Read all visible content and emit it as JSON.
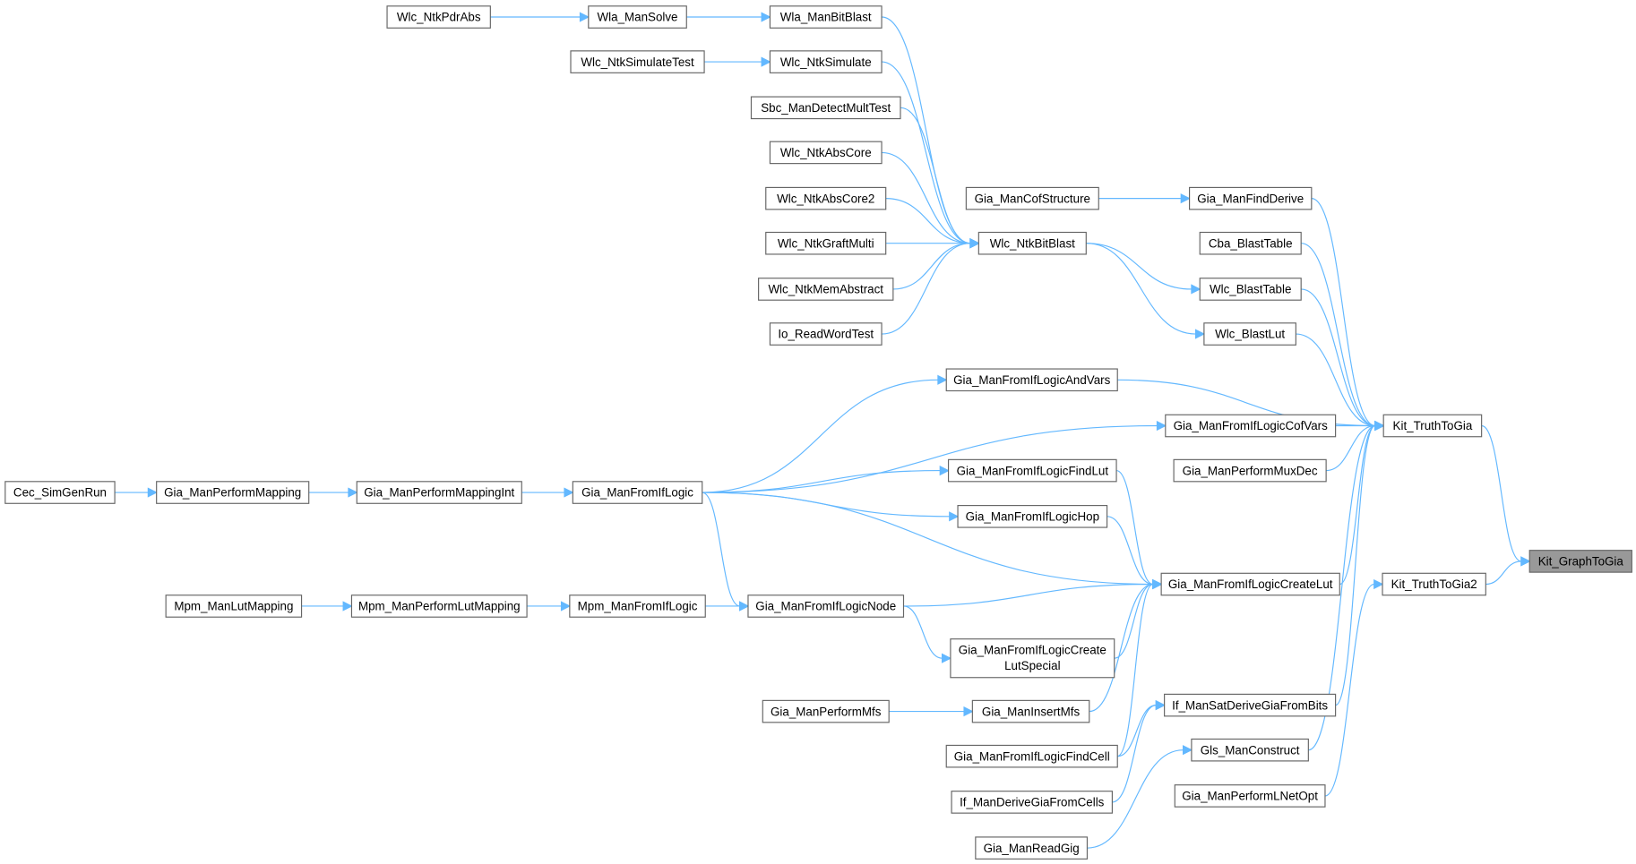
{
  "graph": {
    "focus_node": "Kit_GraphToGia",
    "edge_color": "#63b8ff",
    "nodes": [
      "Wlc_NtkPdrAbs",
      "Wla_ManSolve",
      "Wla_ManBitBlast",
      "Wlc_NtkSimulateTest",
      "Wlc_NtkSimulate",
      "Sbc_ManDetectMultTest",
      "Wlc_NtkAbsCore",
      "Wlc_NtkAbsCore2",
      "Wlc_NtkGraftMulti",
      "Wlc_NtkMemAbstract",
      "Io_ReadWordTest",
      "Gia_ManCofStructure",
      "Wlc_NtkBitBlast",
      "Gia_ManFindDerive",
      "Cba_BlastTable",
      "Wlc_BlastTable",
      "Wlc_BlastLut",
      "Gia_ManFromIfLogicAndVars",
      "Gia_ManFromIfLogicCofVars",
      "Kit_TruthToGia",
      "Gia_ManPerformMuxDec",
      "Cec_SimGenRun",
      "Gia_ManPerformMapping",
      "Gia_ManPerformMappingInt",
      "Gia_ManFromIfLogic",
      "Gia_ManFromIfLogicFindLut",
      "Gia_ManFromIfLogicHop",
      "Kit_GraphToGia",
      "Kit_TruthToGia2",
      "Gia_ManFromIfLogicCreateLut",
      "Mpm_ManLutMapping",
      "Mpm_ManPerformLutMapping",
      "Mpm_ManFromIfLogic",
      "Gia_ManFromIfLogicNode",
      "Gia_ManFromIfLogicCreateLutSpecial",
      "Gia_ManPerformMfs",
      "Gia_ManInsertMfs",
      "If_ManSatDeriveGiaFromBits",
      "Gia_ManFromIfLogicFindCell",
      "Gls_ManConstruct",
      "If_ManDeriveGiaFromCells",
      "Gia_ManPerformLNetOpt",
      "Gia_ManReadGig"
    ],
    "edges": [
      [
        "Wlc_NtkPdrAbs",
        "Wla_ManSolve"
      ],
      [
        "Wla_ManSolve",
        "Wla_ManBitBlast"
      ],
      [
        "Wla_ManBitBlast",
        "Wlc_NtkBitBlast"
      ],
      [
        "Wlc_NtkSimulateTest",
        "Wlc_NtkSimulate"
      ],
      [
        "Wlc_NtkSimulate",
        "Wlc_NtkBitBlast"
      ],
      [
        "Sbc_ManDetectMultTest",
        "Wlc_NtkBitBlast"
      ],
      [
        "Wlc_NtkAbsCore",
        "Wlc_NtkBitBlast"
      ],
      [
        "Wlc_NtkAbsCore2",
        "Wlc_NtkBitBlast"
      ],
      [
        "Wlc_NtkGraftMulti",
        "Wlc_NtkBitBlast"
      ],
      [
        "Wlc_NtkMemAbstract",
        "Wlc_NtkBitBlast"
      ],
      [
        "Io_ReadWordTest",
        "Wlc_NtkBitBlast"
      ],
      [
        "Gia_ManCofStructure",
        "Gia_ManFindDerive"
      ],
      [
        "Gia_ManFindDerive",
        "Kit_TruthToGia"
      ],
      [
        "Cba_BlastTable",
        "Kit_TruthToGia"
      ],
      [
        "Wlc_NtkBitBlast",
        "Wlc_BlastTable"
      ],
      [
        "Wlc_BlastTable",
        "Kit_TruthToGia"
      ],
      [
        "Wlc_NtkBitBlast",
        "Wlc_BlastLut"
      ],
      [
        "Wlc_BlastLut",
        "Kit_TruthToGia"
      ],
      [
        "Gia_ManFromIfLogic",
        "Gia_ManFromIfLogicAndVars"
      ],
      [
        "Gia_ManFromIfLogicAndVars",
        "Kit_TruthToGia"
      ],
      [
        "Gia_ManFromIfLogic",
        "Gia_ManFromIfLogicCofVars"
      ],
      [
        "Gia_ManFromIfLogicCofVars",
        "Kit_TruthToGia"
      ],
      [
        "Gia_ManPerformMuxDec",
        "Kit_TruthToGia"
      ],
      [
        "Cec_SimGenRun",
        "Gia_ManPerformMapping"
      ],
      [
        "Gia_ManPerformMapping",
        "Gia_ManPerformMappingInt"
      ],
      [
        "Gia_ManPerformMappingInt",
        "Gia_ManFromIfLogic"
      ],
      [
        "Gia_ManFromIfLogic",
        "Gia_ManFromIfLogicFindLut"
      ],
      [
        "Gia_ManFromIfLogicFindLut",
        "Gia_ManFromIfLogicCreateLut"
      ],
      [
        "Gia_ManFromIfLogic",
        "Gia_ManFromIfLogicHop"
      ],
      [
        "Gia_ManFromIfLogicHop",
        "Gia_ManFromIfLogicCreateLut"
      ],
      [
        "Gia_ManFromIfLogic",
        "Gia_ManFromIfLogicCreateLut"
      ],
      [
        "Gia_ManFromIfLogic",
        "Gia_ManFromIfLogicNode"
      ],
      [
        "Mpm_ManLutMapping",
        "Mpm_ManPerformLutMapping"
      ],
      [
        "Mpm_ManPerformLutMapping",
        "Mpm_ManFromIfLogic"
      ],
      [
        "Mpm_ManFromIfLogic",
        "Gia_ManFromIfLogicNode"
      ],
      [
        "Gia_ManFromIfLogicNode",
        "Gia_ManFromIfLogicCreateLut"
      ],
      [
        "Gia_ManFromIfLogicNode",
        "Gia_ManFromIfLogicCreateLutSpecial"
      ],
      [
        "Gia_ManFromIfLogicCreateLutSpecial",
        "Gia_ManFromIfLogicCreateLut"
      ],
      [
        "Gia_ManFromIfLogicCreateLut",
        "Kit_TruthToGia"
      ],
      [
        "Gia_ManPerformMfs",
        "Gia_ManInsertMfs"
      ],
      [
        "Gia_ManInsertMfs",
        "Gia_ManFromIfLogicCreateLut"
      ],
      [
        "Gia_ManFromIfLogicFindCell",
        "Gia_ManFromIfLogicCreateLut"
      ],
      [
        "Gia_ManFromIfLogicFindCell",
        "If_ManSatDeriveGiaFromBits"
      ],
      [
        "If_ManDeriveGiaFromCells",
        "If_ManSatDeriveGiaFromBits"
      ],
      [
        "If_ManSatDeriveGiaFromBits",
        "Kit_TruthToGia"
      ],
      [
        "Gia_ManReadGig",
        "Gls_ManConstruct"
      ],
      [
        "Gls_ManConstruct",
        "Kit_TruthToGia"
      ],
      [
        "Gia_ManPerformLNetOpt",
        "Kit_TruthToGia2"
      ],
      [
        "Kit_TruthToGia",
        "Kit_GraphToGia"
      ],
      [
        "Kit_TruthToGia2",
        "Kit_GraphToGia"
      ]
    ]
  }
}
